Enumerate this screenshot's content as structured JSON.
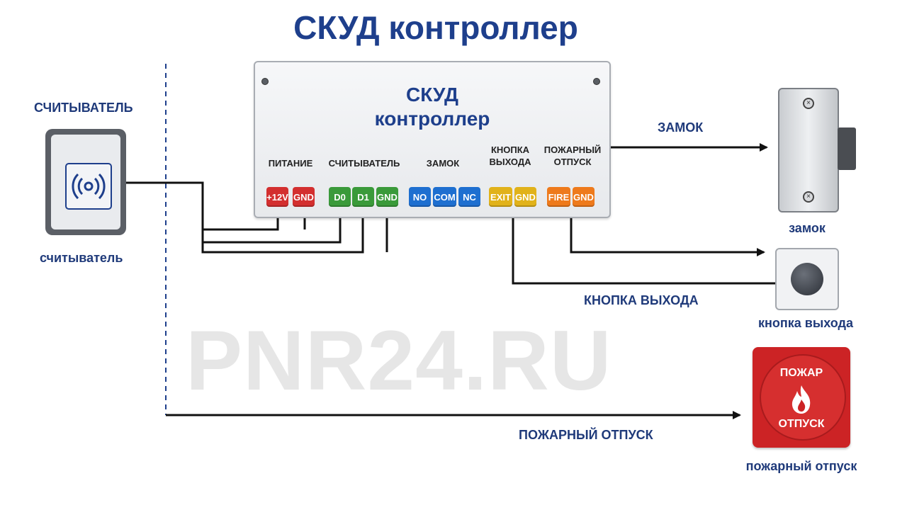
{
  "title": "СКУД контроллер",
  "watermark": "PNR24.RU",
  "controller": {
    "title_line1": "СКУД",
    "title_line2": "контроллер",
    "groups": [
      {
        "id": "power",
        "label": "ПИТАНИЕ"
      },
      {
        "id": "reader",
        "label": "СЧИТЫВАТЕЛЬ"
      },
      {
        "id": "lock",
        "label": "ЗАМОК"
      },
      {
        "id": "exit",
        "label_line1": "КНОПКА",
        "label_line2": "ВЫХОДА"
      },
      {
        "id": "fire",
        "label_line1": "ПОЖАРНЫЙ",
        "label_line2": "ОТПУСК"
      }
    ],
    "terminals": [
      {
        "label": "+12V",
        "color": "#d32f2f"
      },
      {
        "label": "GND",
        "color": "#d32f2f"
      },
      {
        "label": "D0",
        "color": "#3a9a3a"
      },
      {
        "label": "D1",
        "color": "#3a9a3a"
      },
      {
        "label": "GND",
        "color": "#3a9a3a"
      },
      {
        "label": "NO",
        "color": "#1e6fd0"
      },
      {
        "label": "COM",
        "color": "#1e6fd0"
      },
      {
        "label": "NC",
        "color": "#1e6fd0"
      },
      {
        "label": "EXIT",
        "color": "#e1b21a"
      },
      {
        "label": "GND",
        "color": "#e1b21a"
      },
      {
        "label": "FIRE",
        "color": "#ee7a1c"
      },
      {
        "label": "GND",
        "color": "#ee7a1c"
      }
    ]
  },
  "reader": {
    "label_top": "СЧИТЫВАТЕЛЬ",
    "label_bottom": "считыватель",
    "icon": "rfid-icon"
  },
  "lock": {
    "wire_label": "ЗАМОК",
    "device_label": "замок",
    "icon": "electric-lock-icon"
  },
  "exit_button": {
    "wire_label": "КНОПКА ВЫХОДА",
    "device_label": "кнопка выхода",
    "icon": "push-button-icon"
  },
  "fire_release": {
    "wire_label": "ПОЖАРНЫЙ ОТПУСК",
    "device_label": "пожарный отпуск",
    "text_top": "ПОЖАР",
    "text_bottom": "ОТПУСК",
    "icon": "flame-icon"
  },
  "colors": {
    "title": "#1e3f8c",
    "wire": "#111111",
    "dashed_line": "#1e3f8c",
    "fire_button": "#cc2325"
  }
}
